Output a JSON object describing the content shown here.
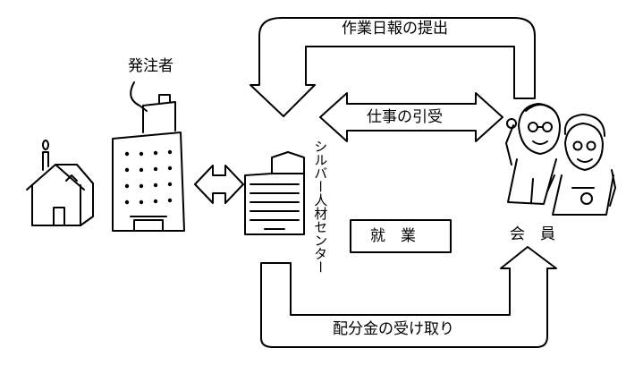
{
  "labels": {
    "client": "発注者",
    "report": "作業日報の提出",
    "job_exchange": "仕事の引受",
    "work": "就　業",
    "member": "会　員",
    "payment": "配分金の受け取り",
    "center": "シルバー人材センター"
  }
}
